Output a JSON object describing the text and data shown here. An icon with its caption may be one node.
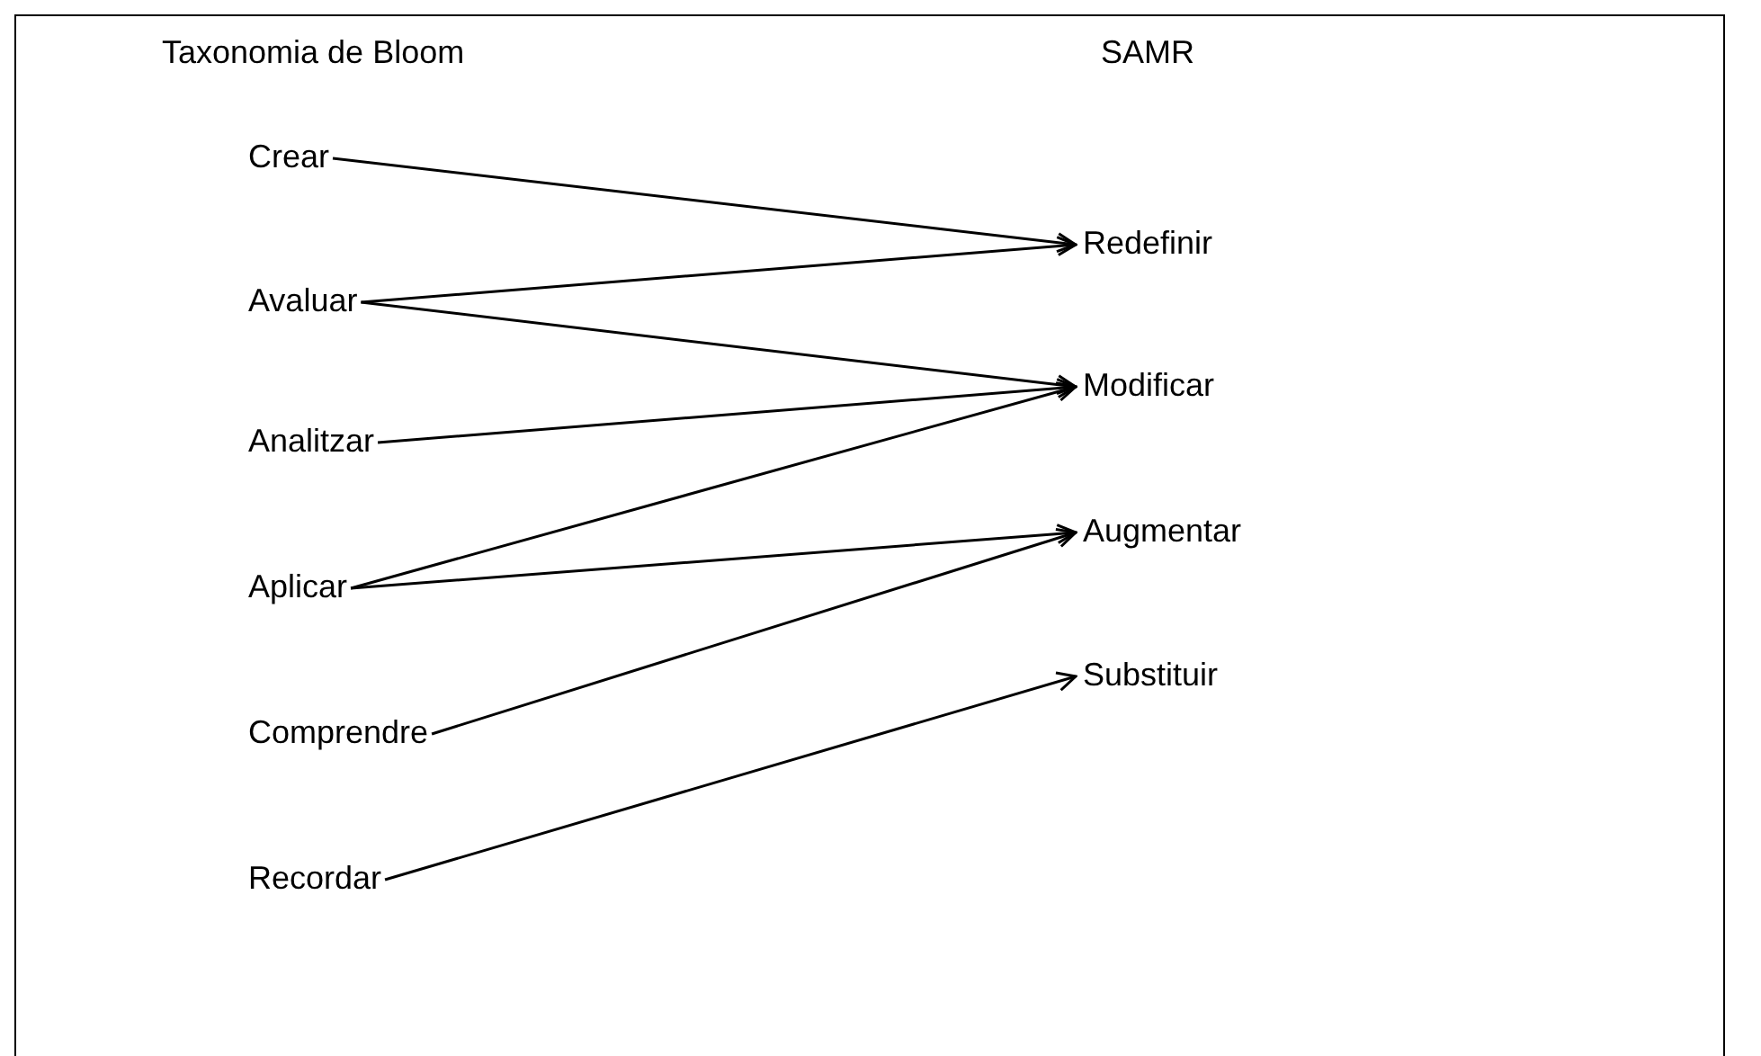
{
  "diagram": {
    "nodes": [
      {
        "text": [
          "Crear"
        ]
      },
      {
        "text": [
          "Avaluar"
        ]
      },
      {
        "text": [
          "Analitzar"
        ]
      },
      {
        "text": [
          "Aplicar"
        ]
      },
      {
        "text": [
          "Comprendre"
        ]
      },
      {
        "text": [
          "Recordar"
        ]
      },
      {
        "text": [
          "Redefinir"
        ]
      },
      {
        "text": [
          "Modificar"
        ]
      },
      {
        "text": [
          "Augmentar"
        ]
      },
      {
        "text": [
          "Substituir"
        ]
      }
    ],
    "edges": [
      {
        "from": 0,
        "to": 6,
        "arrow": "to"
      },
      {
        "from": 1,
        "to": 6,
        "arrow": "to"
      },
      {
        "from": 1,
        "to": 7,
        "arrow": "to"
      },
      {
        "from": 2,
        "to": 7,
        "arrow": "to"
      },
      {
        "from": 3,
        "to": 7,
        "arrow": "to"
      },
      {
        "from": 3,
        "to": 8,
        "arrow": "to"
      },
      {
        "from": 4,
        "to": 8,
        "arrow": "to"
      },
      {
        "from": 5,
        "to": 9,
        "arrow": "to"
      }
    ],
    "labels": [
      "Taxonomia de Bloom",
      "SAMR"
    ]
  }
}
